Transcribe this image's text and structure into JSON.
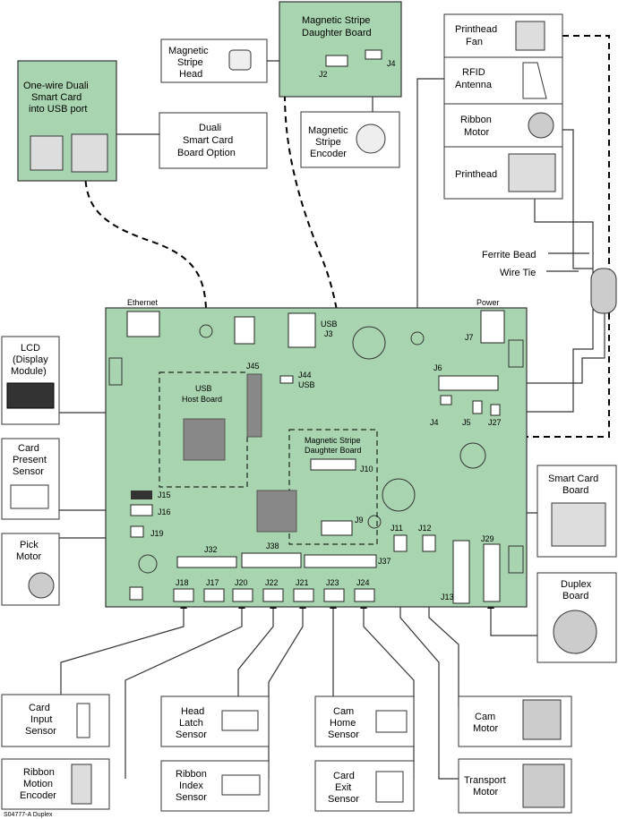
{
  "title": "",
  "footer": "S04777-A Duplex",
  "colors": {
    "board": "#a8d5b0",
    "chip": "#8a8a8a",
    "wire": "#333333"
  },
  "main_board": {
    "ethernet": "Ethernet",
    "power": "Power",
    "usb_j3": [
      "USB",
      "J3"
    ],
    "j44_usb": [
      "J44",
      "USB"
    ],
    "j45": "J45",
    "usb_host_board": [
      "USB",
      "Host Board"
    ],
    "mag_daughter": [
      "Magnetic Stripe",
      "Daughter Board"
    ],
    "connectors": {
      "J4": "J4",
      "J5": "J5",
      "J6": "J6",
      "J7": "J7",
      "J9": "J9",
      "J10": "J10",
      "J11": "J11",
      "J12": "J12",
      "J13": "J13",
      "J15": "J15",
      "J16": "J16",
      "J17": "J17",
      "J18": "J18",
      "J19": "J19",
      "J20": "J20",
      "J21": "J21",
      "J22": "J22",
      "J23": "J23",
      "J24": "J24",
      "J27": "J27",
      "J29": "J29",
      "J32": "J32",
      "J37": "J37",
      "J38": "J38"
    }
  },
  "components": {
    "mag_head": [
      "Magnetic",
      "Stripe",
      "Head"
    ],
    "mag_board": [
      "Magnetic Stripe",
      "Daughter Board"
    ],
    "mag_board_j2": "J2",
    "mag_board_j4": "J4",
    "mag_encoder": [
      "Magnetic",
      "Stripe",
      "Encoder"
    ],
    "duali_card": [
      "One-wire Duali",
      "Smart Card",
      "into USB port"
    ],
    "duali_option": [
      "Duali",
      "Smart Card",
      "Board Option"
    ],
    "printhead_fan": [
      "Printhead",
      "Fan"
    ],
    "rfid": [
      "RFID",
      "Antenna"
    ],
    "ribbon_motor": [
      "Ribbon",
      "Motor"
    ],
    "printhead": "Printhead",
    "ferrite_bead": "Ferrite Bead",
    "wire_tie": "Wire Tie",
    "lcd": [
      "LCD",
      "(Display",
      "Module)"
    ],
    "card_present": [
      "Card",
      "Present",
      "Sensor"
    ],
    "pick_motor": [
      "Pick",
      "Motor"
    ],
    "smart_card_board": [
      "Smart Card",
      "Board"
    ],
    "duplex_board": [
      "Duplex",
      "Board"
    ],
    "card_input": [
      "Card",
      "Input",
      "Sensor"
    ],
    "ribbon_motion": [
      "Ribbon",
      "Motion",
      "Encoder"
    ],
    "head_latch": [
      "Head",
      "Latch",
      "Sensor"
    ],
    "ribbon_index": [
      "Ribbon",
      "Index",
      "Sensor"
    ],
    "cam_home": [
      "Cam",
      "Home",
      "Sensor"
    ],
    "card_exit": [
      "Card",
      "Exit",
      "Sensor"
    ],
    "cam_motor": [
      "Cam",
      "Motor"
    ],
    "transport_motor": [
      "Transport",
      "Motor"
    ]
  }
}
